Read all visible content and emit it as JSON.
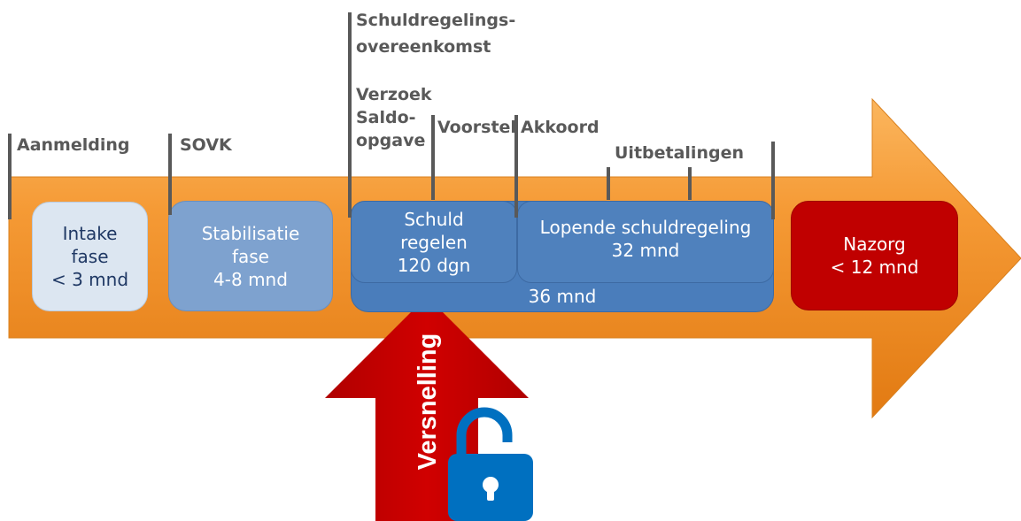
{
  "milestones": {
    "aanmelding": "Aanmelding",
    "sovk": "SOVK",
    "schuldregelingsovereenkomst": "Schuldregelings-\novereenkomst",
    "verzoek_saldo": "Verzoek\nSaldo-\nopgave",
    "voorstel": "Voorstel",
    "akkoord": "Akkoord",
    "uitbetalingen": "Uitbetalingen"
  },
  "phases": {
    "intake": "Intake\nfase\n< 3 mnd",
    "stabilisatie": "Stabilisatie\nfase\n4-8 mnd",
    "total": "36 mnd",
    "schuld_regelen": "Schuld\nregelen\n120 dgn",
    "lopende": "Lopende schuldregeling\n32 mnd",
    "nazorg": "Nazorg\n< 12 mnd"
  },
  "acceleration": {
    "label": "Versnelling",
    "lock_icon": "unlocked-padlock-icon"
  },
  "colors": {
    "arrow": "#f5962e",
    "intake": "#dce6f1",
    "stabilisatie": "#7ea2cf",
    "schuldregeling": "#4a7dbb",
    "nazorg": "#c00000",
    "up_arrow": "#c00000",
    "lock": "#0070c0",
    "milestone_text": "#595959"
  }
}
